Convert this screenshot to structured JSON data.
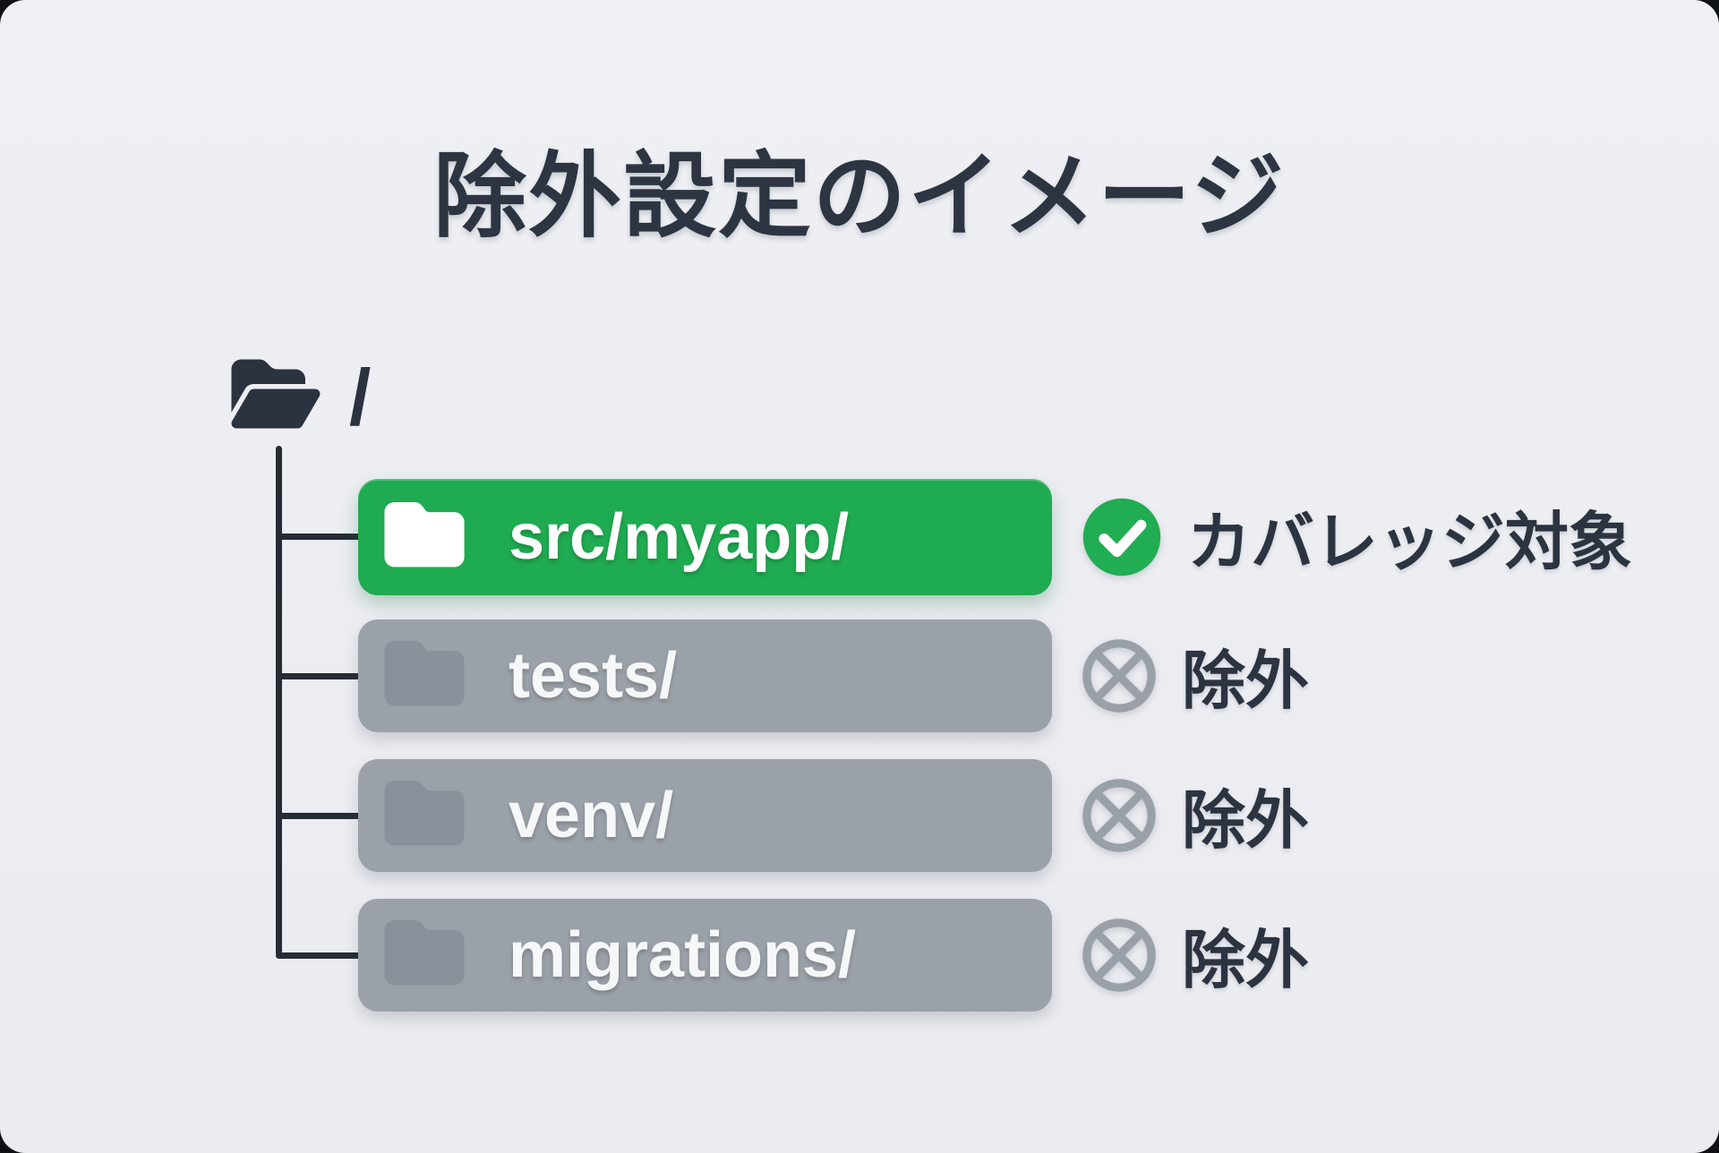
{
  "title": "除外設定のイメージ",
  "root": {
    "label": "/"
  },
  "rows": [
    {
      "name": "src/myapp/",
      "status": "カバレッジ対象",
      "state": "included"
    },
    {
      "name": "tests/",
      "status": "除外",
      "state": "excluded"
    },
    {
      "name": "venv/",
      "status": "除外",
      "state": "excluded"
    },
    {
      "name": "migrations/",
      "status": "除外",
      "state": "excluded"
    }
  ],
  "icons": {
    "root": "open-folder-icon",
    "row": "folder-icon",
    "included_badge": "check-circle-icon",
    "excluded_badge": "cross-circle-icon"
  },
  "colors": {
    "background": "#edeff3",
    "ink": "#2b3440",
    "included_green": "#1fab51",
    "excluded_gray": "#9ba1a8",
    "tree_line": "#262c35",
    "row_text": "#ffffff"
  }
}
